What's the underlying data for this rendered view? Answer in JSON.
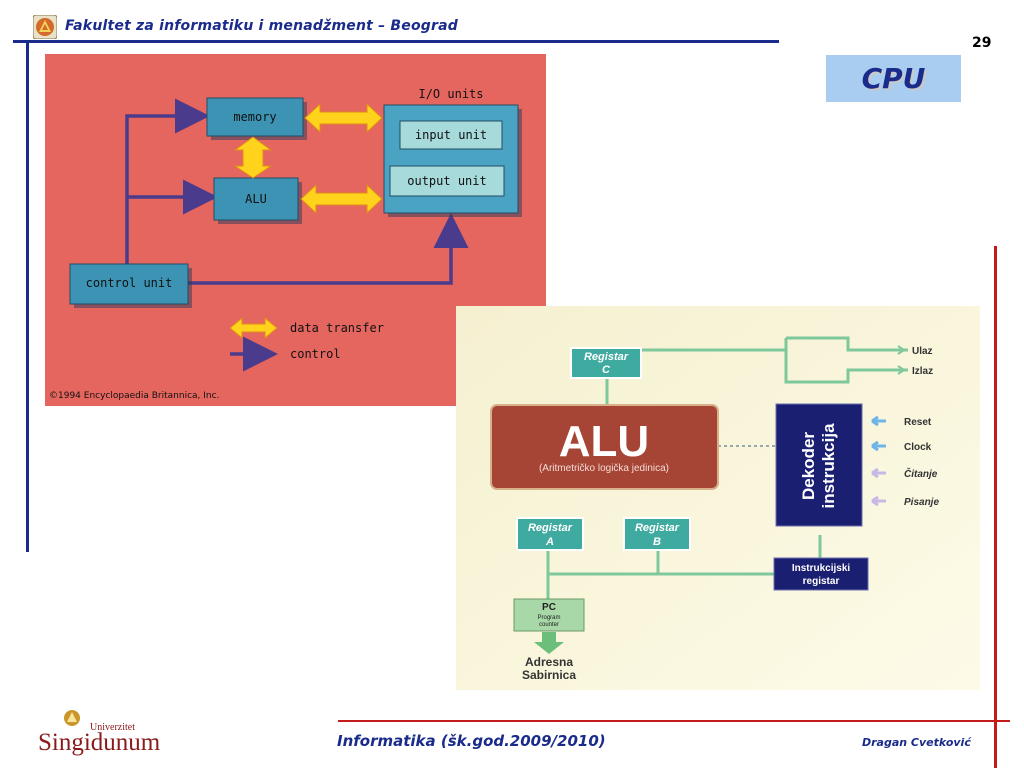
{
  "header": {
    "title": "Fakultet za informatiku i menadžment – Beograd",
    "page_number": "29"
  },
  "slide": {
    "title": "CPU"
  },
  "diagram_britannica": {
    "memory": "memory",
    "alu": "ALU",
    "io_title": "I/O units",
    "input_unit": "input unit",
    "output_unit": "output unit",
    "control_unit": "control unit",
    "legend_transfer": "data transfer",
    "legend_control": "control",
    "copyright": "©1994 Encyclopaedia Britannica, Inc.",
    "colors": {
      "background": "#e5665f",
      "box": "#3d93b4",
      "io_box": "#4aa3c2",
      "inner_box": "#a7dadb",
      "arrow_transfer": "#ffd21c",
      "arrow_control": "#4b3b8c"
    }
  },
  "diagram_cpu": {
    "registar_c": [
      "Registar",
      "C"
    ],
    "alu_title": "ALU",
    "alu_subtitle": "(Aritmetričko logička jedinica)",
    "dekoder": [
      "Dekoder",
      "instrukcija"
    ],
    "inputs": [
      "Reset",
      "Clock",
      "Čitanje",
      "Pisanje"
    ],
    "io": [
      "Ulaz",
      "Izlaz"
    ],
    "registar_a": [
      "Registar",
      "A"
    ],
    "registar_b": [
      "Registar",
      "B"
    ],
    "instrukcijski": [
      "Instrukcijski",
      "registar"
    ],
    "pc": [
      "PC",
      "Program",
      "counter"
    ],
    "adresna": [
      "Adresna",
      "Sabirnica"
    ],
    "colors": {
      "background": "#fbf6d6",
      "register": "#3faaa0",
      "alu": "#a64535",
      "dekoder": "#1b1f72",
      "line": "#7ec89c"
    }
  },
  "footer": {
    "logo_top": "Univerzitet",
    "logo_main": "Singidunum",
    "center": "Informatika (šk.god.2009/2010)",
    "right": "Dragan Cvetković"
  }
}
